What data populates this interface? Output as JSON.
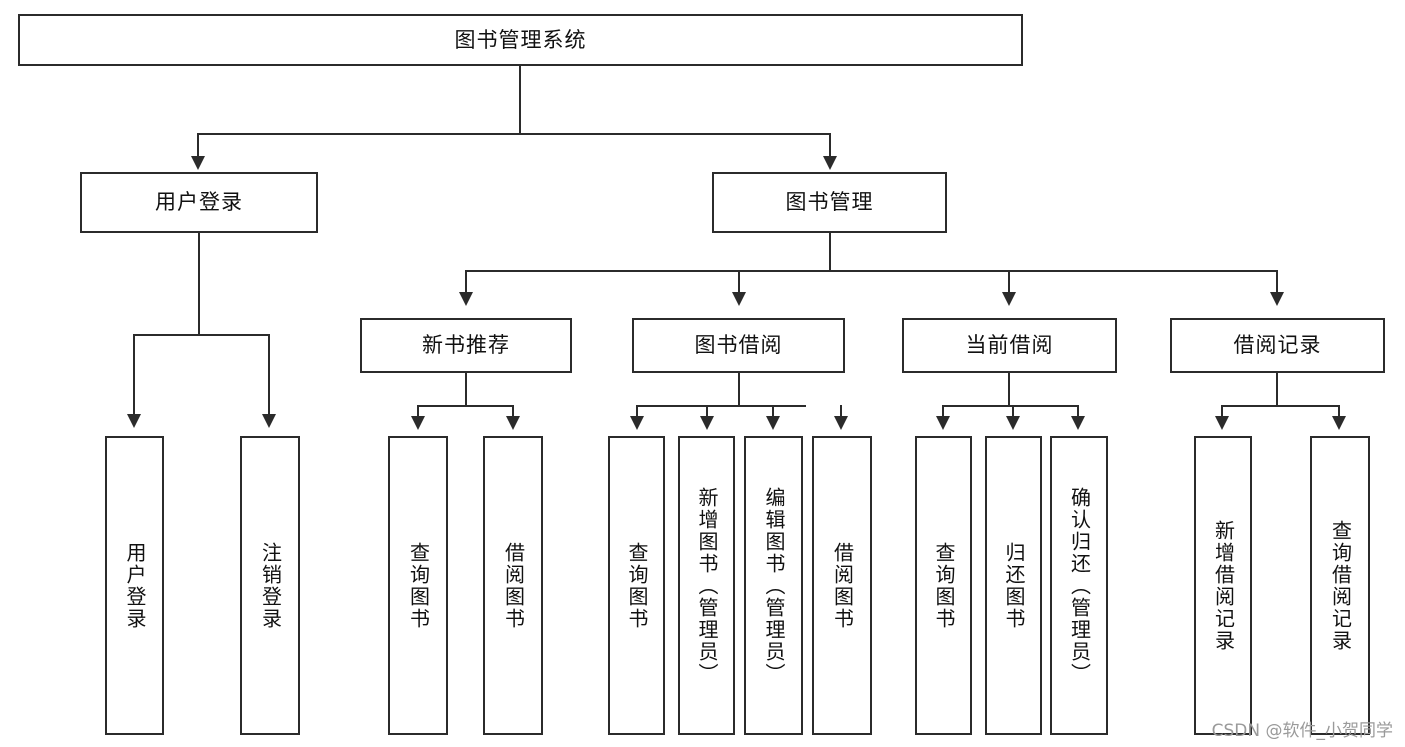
{
  "diagram": {
    "type": "tree",
    "title": "图书管理系统",
    "root": {
      "label": "图书管理系统"
    },
    "level1": [
      {
        "label": "用户登录"
      },
      {
        "label": "图书管理"
      }
    ],
    "level2": [
      {
        "label": "新书推荐"
      },
      {
        "label": "图书借阅"
      },
      {
        "label": "当前借阅"
      },
      {
        "label": "借阅记录"
      }
    ],
    "leaves": {
      "user_login": [
        {
          "label": "用户登录"
        },
        {
          "label": "注销登录"
        }
      ],
      "new_book_recommend": [
        {
          "label": "查询图书"
        },
        {
          "label": "借阅图书"
        }
      ],
      "book_borrow": [
        {
          "label": "查询图书"
        },
        {
          "label": "新增图书（管理员）"
        },
        {
          "label": "编辑图书（管理员）"
        },
        {
          "label": "借阅图书"
        }
      ],
      "current_borrow": [
        {
          "label": "查询图书"
        },
        {
          "label": "归还图书"
        },
        {
          "label": "确认归还（管理员）"
        }
      ],
      "borrow_record": [
        {
          "label": "新增借阅记录"
        },
        {
          "label": "查询借阅记录"
        }
      ]
    },
    "colors": {
      "stroke": "#2b2b2b",
      "fill": "#ffffff",
      "text": "#111111",
      "watermark": "#9a9a9a"
    }
  },
  "watermark": {
    "text": "CSDN @软件_小贺同学"
  }
}
